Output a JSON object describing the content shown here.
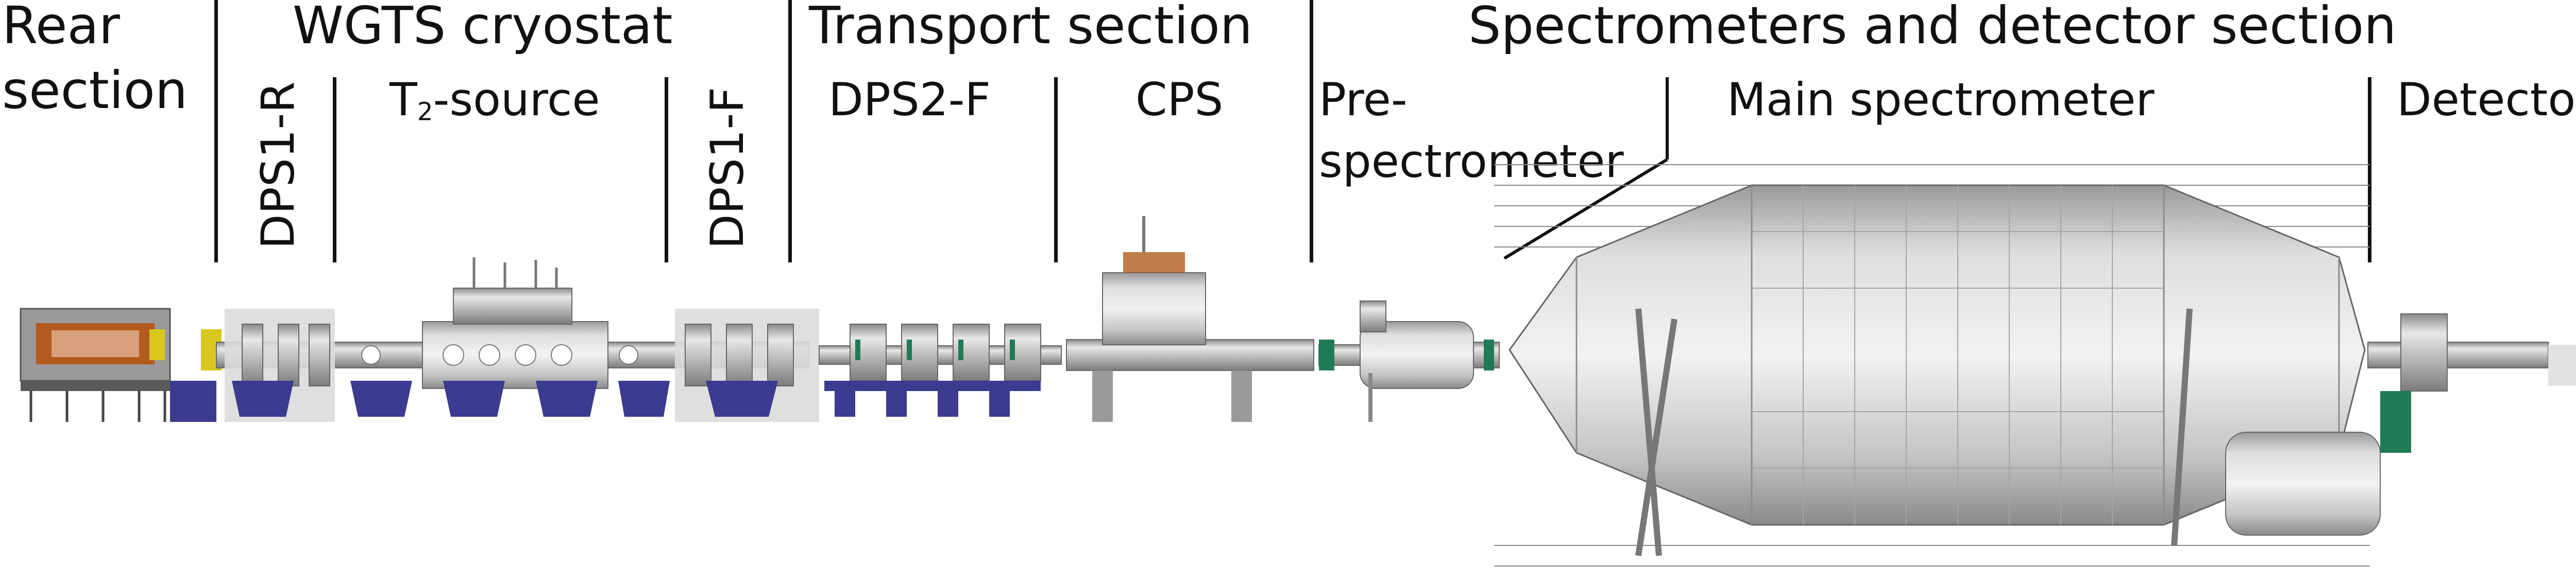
{
  "sections": {
    "rear": {
      "line1": "Rear",
      "line2": "section"
    },
    "wgts": "WGTS cryostat",
    "transport": "Transport section",
    "spectrometers": "Spectrometers and detector section"
  },
  "subsections": {
    "dps1r": "DPS1-R",
    "t2_pre": "T",
    "t2_sub": "2",
    "t2_post": "-source",
    "dps1f": "DPS1-F",
    "dps2f": "DPS2-F",
    "cps": "CPS",
    "prespec_1": "Pre-",
    "prespec_2": "spectrometer",
    "main": "Main spectrometer",
    "detector": "Detector"
  },
  "colors": {
    "steel": "#bdbdbd",
    "steel_dark": "#7a7a7a",
    "steel_light": "#e2e2e2",
    "support_blue": "#3b3b8f",
    "flange_green": "#1f7a55",
    "copper": "#b35a1f",
    "yellow": "#d8c81e"
  }
}
